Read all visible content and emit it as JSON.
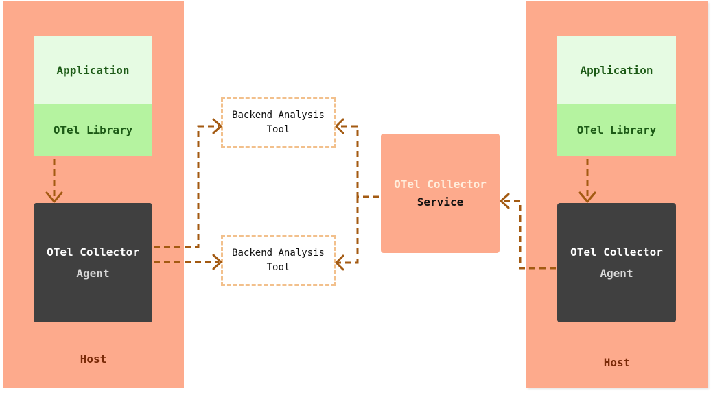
{
  "hosts": {
    "left": {
      "application": "Application",
      "library": "OTel Library",
      "agent_title": "OTel Collector",
      "agent_subtitle": "Agent",
      "host_label": "Host"
    },
    "right": {
      "application": "Application",
      "library": "OTel Library",
      "agent_title": "OTel Collector",
      "agent_subtitle": "Agent",
      "host_label": "Host"
    }
  },
  "backends": [
    {
      "line1": "Backend Analysis",
      "line2": "Tool"
    },
    {
      "line1": "Backend Analysis",
      "line2": "Tool"
    }
  ],
  "service": {
    "title": "OTel Collector",
    "subtitle": "Service"
  },
  "colors": {
    "host_fill": "#fdaa8c",
    "application_fill": "#e6fbe3",
    "library_fill": "#b5f3a0",
    "agent_fill": "#404040",
    "backend_border": "#f2c08c",
    "arrow": "#a35a12",
    "host_label": "#7a2a08"
  }
}
